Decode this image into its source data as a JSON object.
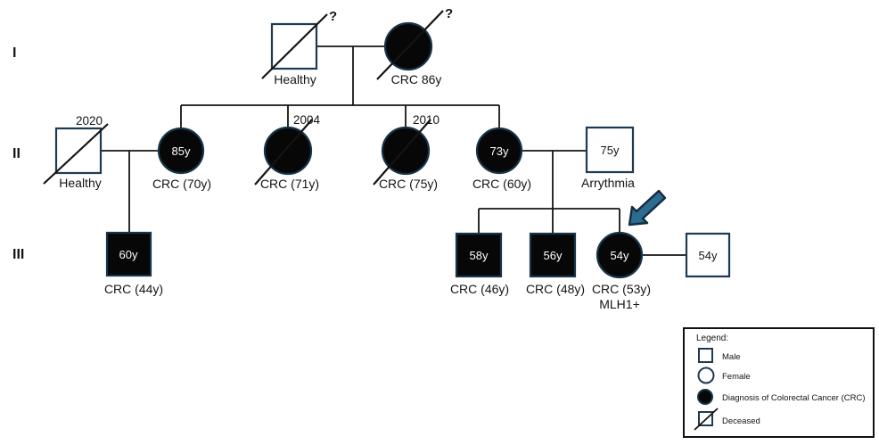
{
  "diagram": {
    "type": "pedigree",
    "generations": [
      "I",
      "II",
      "III"
    ],
    "individuals": {
      "i1": {
        "sex": "male",
        "deceased": true,
        "death_note": "?",
        "label": "Healthy"
      },
      "i2": {
        "sex": "female",
        "affected": true,
        "deceased": true,
        "death_note": "?",
        "label": "CRC 86y"
      },
      "ii1": {
        "sex": "male",
        "deceased": true,
        "death_note": "2020",
        "label": "Healthy"
      },
      "ii2": {
        "sex": "female",
        "affected": true,
        "age": "85y",
        "label": "CRC (70y)"
      },
      "ii3": {
        "sex": "female",
        "affected": true,
        "deceased": true,
        "death_note": "2004",
        "label": "CRC (71y)"
      },
      "ii4": {
        "sex": "female",
        "affected": true,
        "deceased": true,
        "death_note": "2010",
        "label": "CRC (75y)"
      },
      "ii5": {
        "sex": "female",
        "affected": true,
        "age": "73y",
        "label": "CRC (60y)"
      },
      "ii6": {
        "sex": "male",
        "affected": false,
        "age": "75y",
        "label": "Arrythmia"
      },
      "iii1": {
        "sex": "male",
        "affected": true,
        "age": "60y",
        "label": "CRC (44y)"
      },
      "iii2": {
        "sex": "male",
        "affected": true,
        "age": "58y",
        "label": "CRC (46y)"
      },
      "iii3": {
        "sex": "male",
        "affected": true,
        "age": "56y",
        "label": "CRC (48y)"
      },
      "iii4": {
        "sex": "female",
        "affected": true,
        "proband": true,
        "age": "54y",
        "label": "CRC (53y)",
        "label2": "MLH1+"
      },
      "iii5": {
        "sex": "male",
        "affected": false,
        "age": "54y"
      }
    },
    "legend": {
      "title": "Legend:",
      "items": [
        {
          "symbol": "male-square",
          "label": "Male"
        },
        {
          "symbol": "female-circle",
          "label": "Female"
        },
        {
          "symbol": "filled-circle",
          "label": "Diagnosis of Colorectal Cancer (CRC)"
        },
        {
          "symbol": "slashed-square",
          "label": "Deceased"
        }
      ]
    },
    "colors": {
      "affected_fill": "#070707",
      "symbol_stroke": "#1e3a50",
      "connector_line": "#141414",
      "proband_arrow_fill": "#2d6b90",
      "proband_arrow_stroke": "#122c40"
    }
  }
}
